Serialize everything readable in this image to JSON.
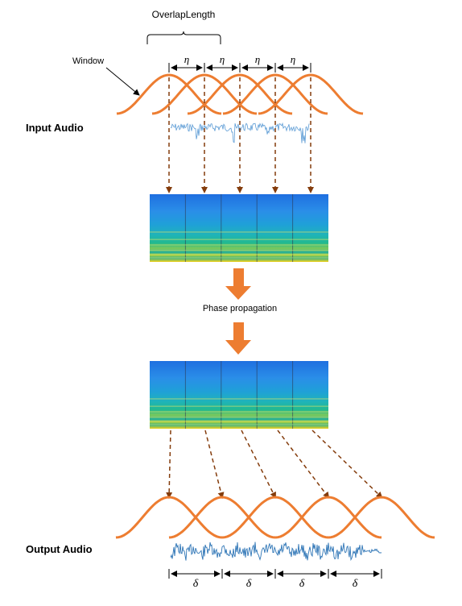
{
  "labels": {
    "overlap_length": "OverlapLength",
    "window": "Window",
    "input_audio": "Input Audio",
    "phase_propagation": "Phase propagation",
    "output_audio": "Output Audio"
  },
  "symbols": {
    "eta": "η",
    "delta": "δ"
  },
  "counts": {
    "input_windows": 5,
    "output_windows": 5,
    "hop_marks_eta": 4,
    "hop_marks_delta": 4,
    "spectrogram_frames": 5
  },
  "colors": {
    "window_curve": "#ED7D31",
    "dashed_arrow": "#843C0C",
    "big_arrow": "#ED7D31",
    "waveform": "#5B9BD5",
    "spectrogram_top": "#1f78e6",
    "spectrogram_bottom": "#ffd21a"
  }
}
